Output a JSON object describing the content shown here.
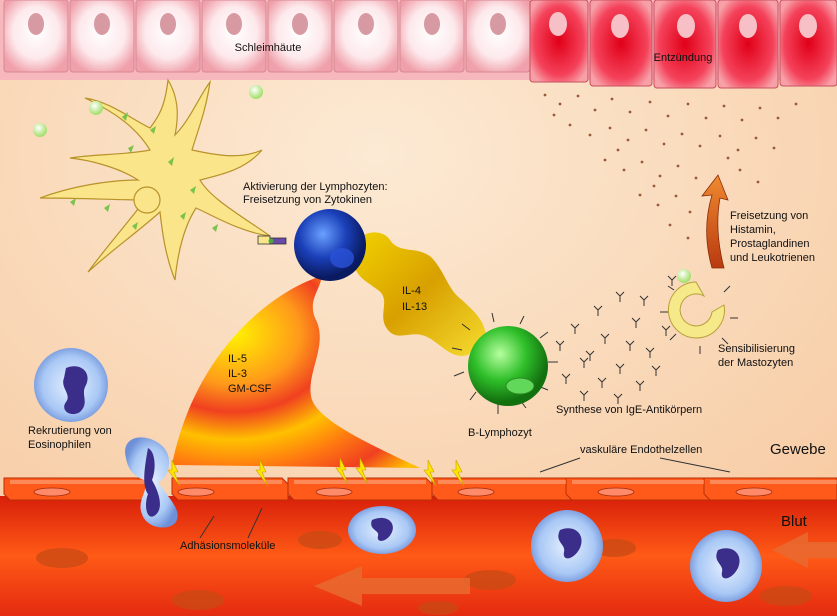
{
  "labels": {
    "mucosa": "Schleimhäute",
    "inflammation": "Entzündung",
    "lymph_activation_1": "Aktivierung der Lymphozyten:",
    "lymph_activation_2": "Freisetzung von Zytokinen",
    "il4": "IL-4",
    "il13": "IL-13",
    "il5": "IL-5",
    "il3": "IL-3",
    "gmcsf": "GM-CSF",
    "release_1": "Freisetzung von",
    "release_2": "Histamin,",
    "release_3": "Prostaglandinen",
    "release_4": "und Leukotrienen",
    "sensitization_1": "Sensibilisierung",
    "sensitization_2": "der Mastozyten",
    "recruitment_1": "Rekrutierung von",
    "recruitment_2": "Eosinophilen",
    "ige_synthesis": "Synthese von IgE-Antikörpern",
    "b_lymphocyte": "B-Lymphozyt",
    "tissue": "Gewebe",
    "endothelial": "vaskuläre Endothelzellen",
    "blood": "Blut",
    "adhesion": "Adhäsionsmoleküle"
  },
  "colors": {
    "tissue_bg": "#fbe2c4",
    "mucosa": "#f4a9b0",
    "blood": "#e82a12",
    "endothelium": "#ff5a1a",
    "dendritic_cell": "#fbe58a",
    "t_cell": "#1a3fb8",
    "b_cell": "#2fbf2a",
    "mast_cell": "#f5e98a",
    "eosinophil": "#9ec4f5",
    "arrow": "#c0501a"
  },
  "icons": [
    "dendritic-cell-icon",
    "t-lymphocyte-icon",
    "b-lymphocyte-icon",
    "mast-cell-icon",
    "eosinophil-icon",
    "ige-antibody-icon",
    "flow-arrow-icon"
  ]
}
